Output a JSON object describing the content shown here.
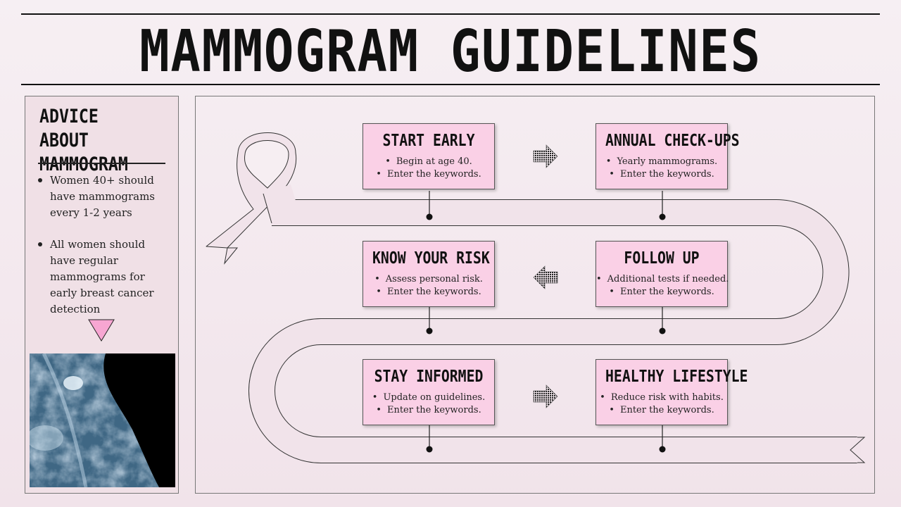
{
  "title": "MAMMOGRAM GUIDELINES",
  "sidebar": {
    "heading": "ADVICE ABOUT MAMMOGRAM",
    "bullets": [
      "Women 40+ should have mammograms every 1-2 years",
      "All women should have regular mammograms for early breast cancer detection"
    ]
  },
  "steps": [
    {
      "title": "START EARLY",
      "points": [
        "Begin at age 40.",
        "Enter the keywords."
      ]
    },
    {
      "title": "ANNUAL CHECK-UPS",
      "points": [
        "Yearly mammograms.",
        "Enter the keywords."
      ]
    },
    {
      "title": "KNOW YOUR RISK",
      "points": [
        "Assess personal risk.",
        "Enter the keywords."
      ]
    },
    {
      "title": "FOLLOW UP",
      "points": [
        "Additional tests if needed.",
        "Enter the keywords."
      ]
    },
    {
      "title": "STAY INFORMED",
      "points": [
        "Update on guidelines.",
        "Enter the keywords."
      ]
    },
    {
      "title": "HEALTHY LIFESTYLE",
      "points": [
        "Reduce risk with habits.",
        "Enter the keywords."
      ]
    }
  ],
  "arrows": [
    "right",
    "left",
    "right"
  ],
  "colors": {
    "card": "#fad0e6",
    "accent_pink": "#f7a6d2",
    "road": "#f1e3ea"
  },
  "icons": [
    "awareness-ribbon-icon",
    "triangle-down-icon",
    "dotted-arrow-icon"
  ]
}
